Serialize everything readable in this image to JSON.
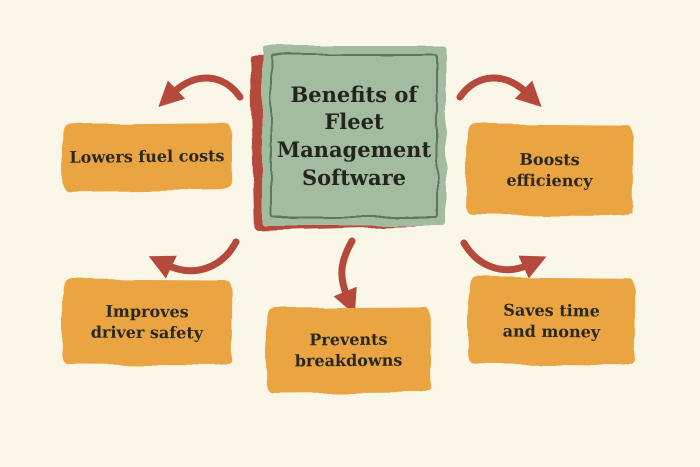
{
  "center": {
    "title": "Benefits of Fleet Management Software",
    "panel_color": "#a3bca0",
    "panel_border_color": "#5a7a60",
    "shadow_color": "#b5493b"
  },
  "benefits": [
    {
      "id": "lowers-fuel-costs",
      "label": "Lowers fuel costs"
    },
    {
      "id": "boosts-efficiency",
      "label": "Boosts efficiency"
    },
    {
      "id": "improves-driver-safety",
      "label": "Improves driver safety"
    },
    {
      "id": "prevents-breakdowns",
      "label": "Prevents breakdowns"
    },
    {
      "id": "saves-time-and-money",
      "label": "Saves time and money"
    }
  ],
  "colors": {
    "background": "#fbf7e8",
    "note": "#eba442",
    "arrow": "#b5493b",
    "text": "#27281f"
  }
}
